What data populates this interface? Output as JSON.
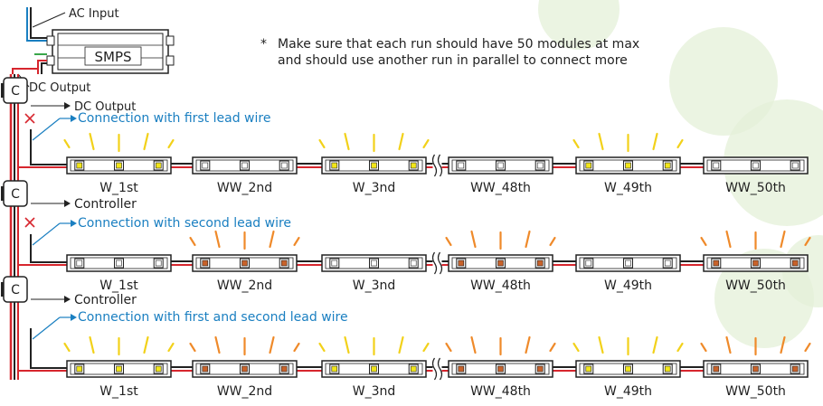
{
  "labels": {
    "ac_input": "AC Input",
    "smps": "SMPS",
    "dc_output_top": "DC Output",
    "dc_output_side": "DC Output",
    "controller_1": "Controller",
    "controller_2": "Controller",
    "controller_box": "C"
  },
  "note": {
    "star": "*",
    "line1": "Make sure that each run should have 50 modules at max",
    "line2": "and should use another run in parallel to connect more"
  },
  "rows": [
    {
      "connection_label": "Connection with first lead wire",
      "modules": [
        {
          "label": "W_1st",
          "led": "warm-white-led",
          "lit": "yellow"
        },
        {
          "label": "WW_2nd",
          "led": "white-led",
          "lit": "none"
        },
        {
          "label": "W_3nd",
          "led": "warm-white-led",
          "lit": "yellow"
        },
        {
          "label": "WW_48th",
          "led": "white-led",
          "lit": "none"
        },
        {
          "label": "W_49th",
          "led": "warm-white-led",
          "lit": "yellow"
        },
        {
          "label": "WW_50th",
          "led": "white-led",
          "lit": "none"
        }
      ]
    },
    {
      "connection_label": "Connection with second lead wire",
      "modules": [
        {
          "label": "W_1st",
          "led": "white-led",
          "lit": "none"
        },
        {
          "label": "WW_2nd",
          "led": "orange-led",
          "lit": "orange"
        },
        {
          "label": "W_3nd",
          "led": "white-led",
          "lit": "none"
        },
        {
          "label": "WW_48th",
          "led": "orange-led",
          "lit": "orange"
        },
        {
          "label": "W_49th",
          "led": "white-led",
          "lit": "none"
        },
        {
          "label": "WW_50th",
          "led": "orange-led",
          "lit": "orange"
        }
      ]
    },
    {
      "connection_label": "Connection with first and second lead wire",
      "modules": [
        {
          "label": "W_1st",
          "led": "warm-white-led",
          "lit": "yellow"
        },
        {
          "label": "WW_2nd",
          "led": "orange-led",
          "lit": "orange"
        },
        {
          "label": "W_3nd",
          "led": "warm-white-led",
          "lit": "yellow"
        },
        {
          "label": "WW_48th",
          "led": "orange-led",
          "lit": "orange"
        },
        {
          "label": "W_49th",
          "led": "warm-white-led",
          "lit": "yellow"
        },
        {
          "label": "WW_50th",
          "led": "orange-led",
          "lit": "orange"
        }
      ]
    }
  ],
  "colors": {
    "wire_red": "#d7262e",
    "wire_black": "#222222",
    "ray_yellow": "#f2d11a",
    "ray_orange": "#ef8a2a",
    "led_yellow": "#f2e61a",
    "led_orange": "#c8622a",
    "led_white": "#ffffff",
    "connection_blue": "#1a7fc1",
    "cut_mark": "#d7262e",
    "bg_circle": "#e4f0d8"
  }
}
